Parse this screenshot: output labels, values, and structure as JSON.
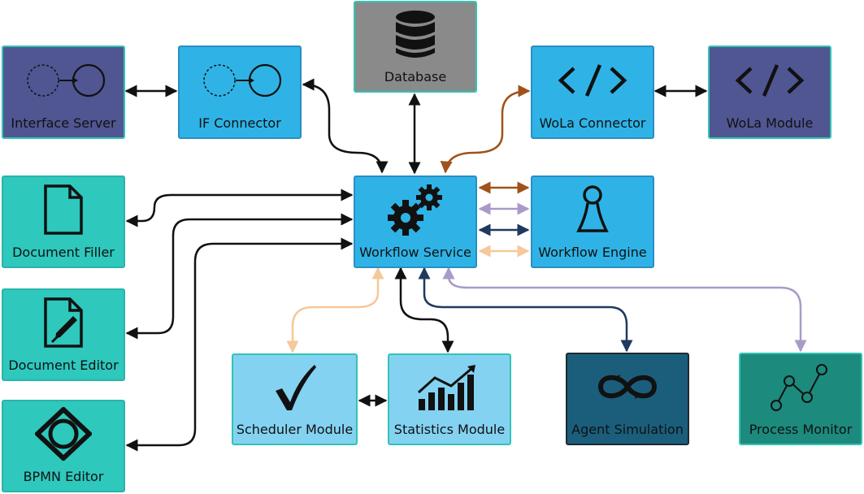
{
  "nodes": {
    "interface_server": "Interface Server",
    "if_connector": "IF Connector",
    "database": "Database",
    "wola_connector": "WoLa Connector",
    "wola_module": "WoLa Module",
    "document_filler": "Document Filler",
    "workflow_service": "Workflow Service",
    "workflow_engine": "Workflow Engine",
    "document_editor": "Document Editor",
    "scheduler_module": "Scheduler Module",
    "statistics_module": "Statistics Module",
    "agent_simulation": "Agent Simulation",
    "process_monitor": "Process Monitor",
    "bpmn_editor": "BPMN Editor"
  },
  "icons": {
    "interface_server": "circle-transition-icon",
    "if_connector": "circle-transition-icon",
    "database": "database-icon",
    "wola_connector": "code-brackets-icon",
    "wola_module": "code-brackets-icon",
    "document_filler": "document-icon",
    "workflow_service": "gears-icon",
    "workflow_engine": "pawn-icon",
    "document_editor": "document-edit-icon",
    "scheduler_module": "checkmark-icon",
    "statistics_module": "chart-icon",
    "agent_simulation": "infinity-loop-icon",
    "process_monitor": "line-graph-icon",
    "bpmn_editor": "bpmn-icon"
  },
  "colors": {
    "purple": "#4f5692",
    "blue": "#2fb3e6",
    "teal": "#2ec8bd",
    "gray": "#8a8a8a",
    "light_blue": "#84d2f1",
    "dark_blue": "#1b5e7c",
    "dark_teal": "#1c8a7d",
    "edge_black": "#111111",
    "edge_brown": "#a0521a",
    "edge_lavender": "#a99bc8",
    "edge_navy": "#1f3a5f",
    "edge_peach": "#f6c89a"
  }
}
